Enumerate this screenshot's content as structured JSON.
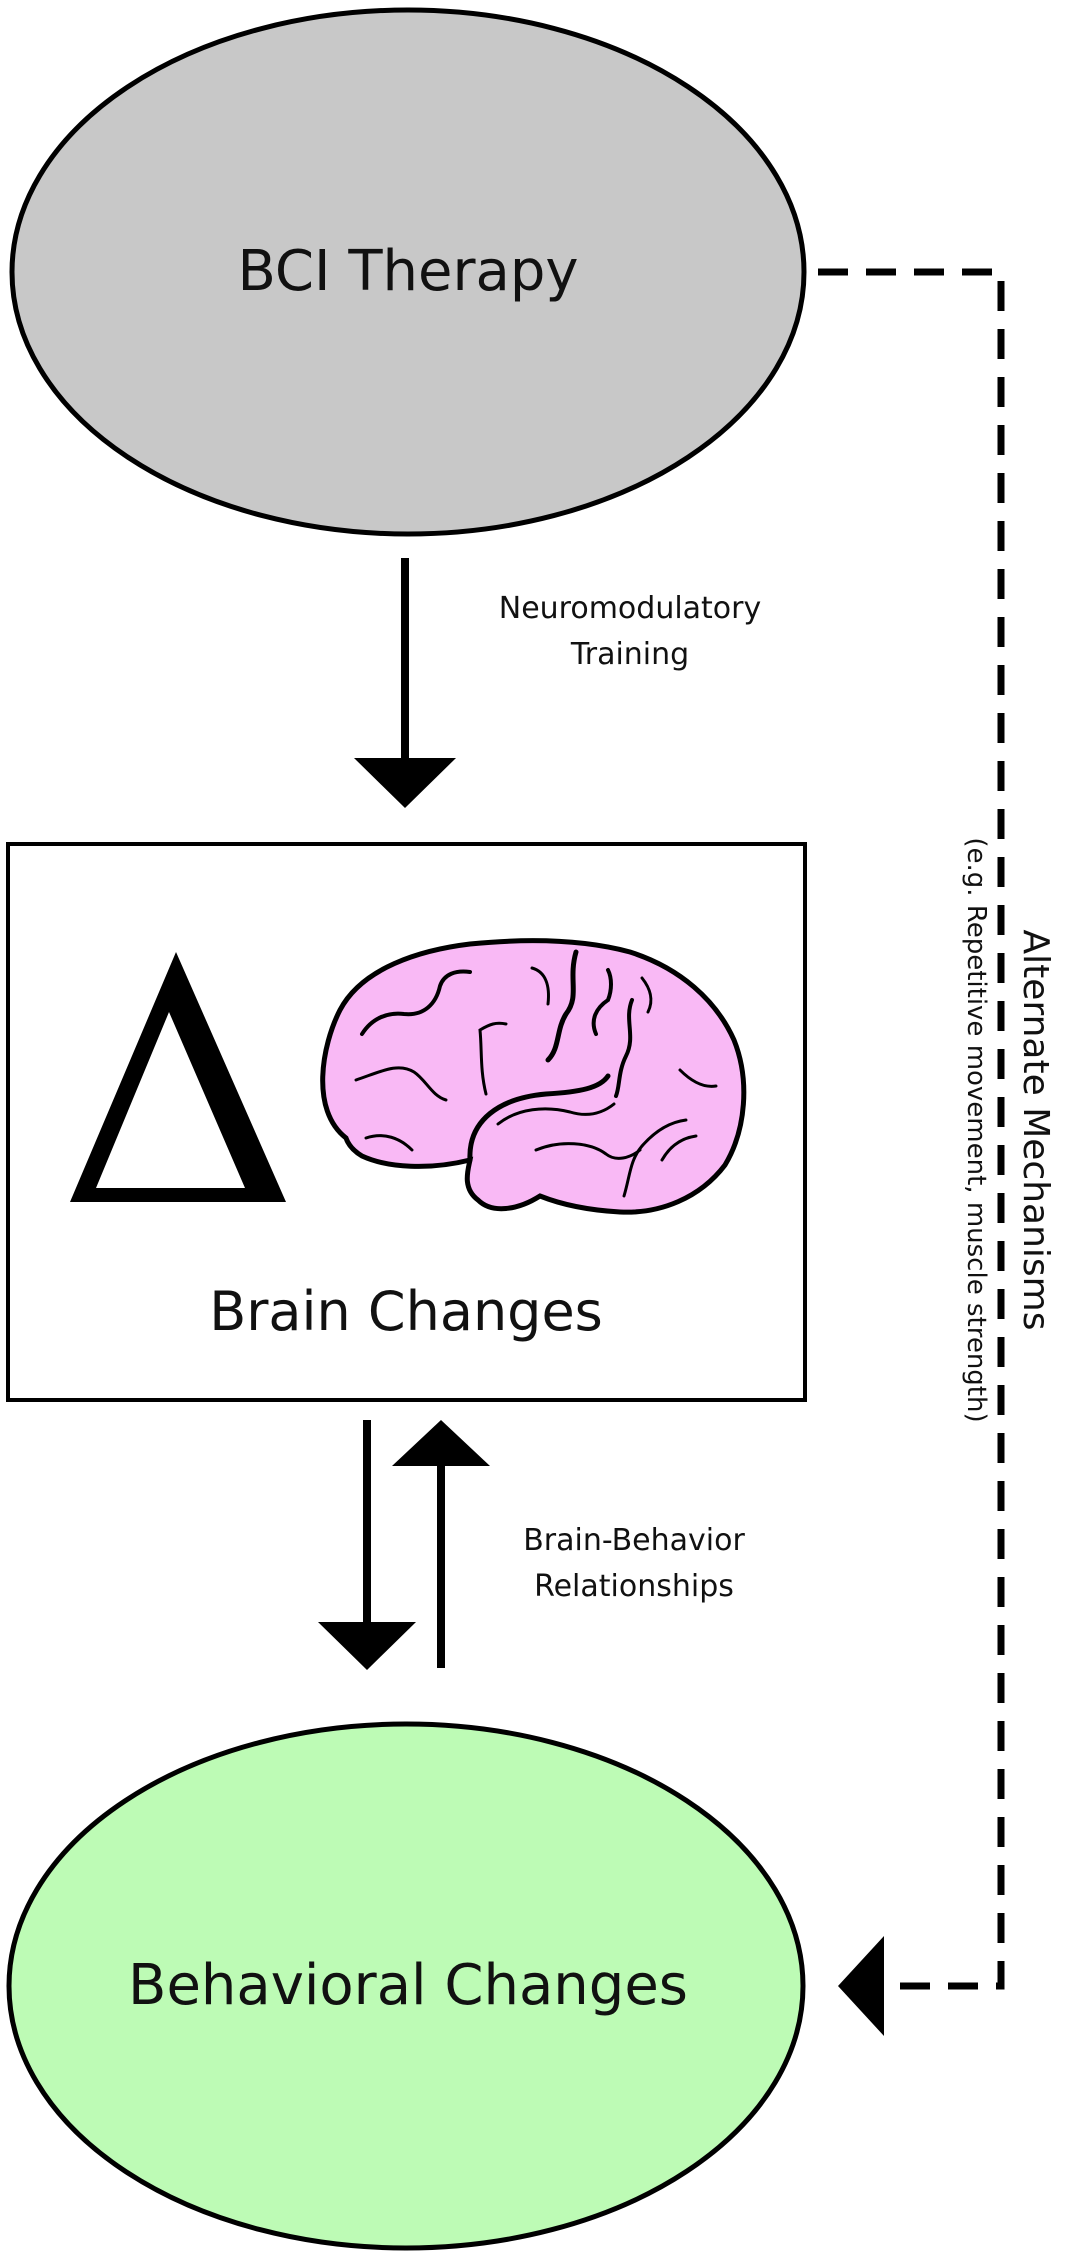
{
  "nodes": {
    "bci_therapy": {
      "label": "BCI Therapy",
      "fill": "#c8c8c8"
    },
    "brain_changes": {
      "label": "Brain Changes",
      "symbol": "Δ",
      "brain_fill": "#f9b9f5"
    },
    "behavioral_changes": {
      "label": "Behavioral Changes",
      "fill": "#bdfbb5"
    }
  },
  "edges": {
    "neuromodulatory": {
      "line1": "Neuromodulatory",
      "line2": "Training"
    },
    "brain_behavior": {
      "line1": "Brain-Behavior",
      "line2": "Relationships"
    },
    "alternate": {
      "line1": "Alternate Mechanisms",
      "line2": "(e.g. Repetitive movement, muscle strength)"
    }
  }
}
